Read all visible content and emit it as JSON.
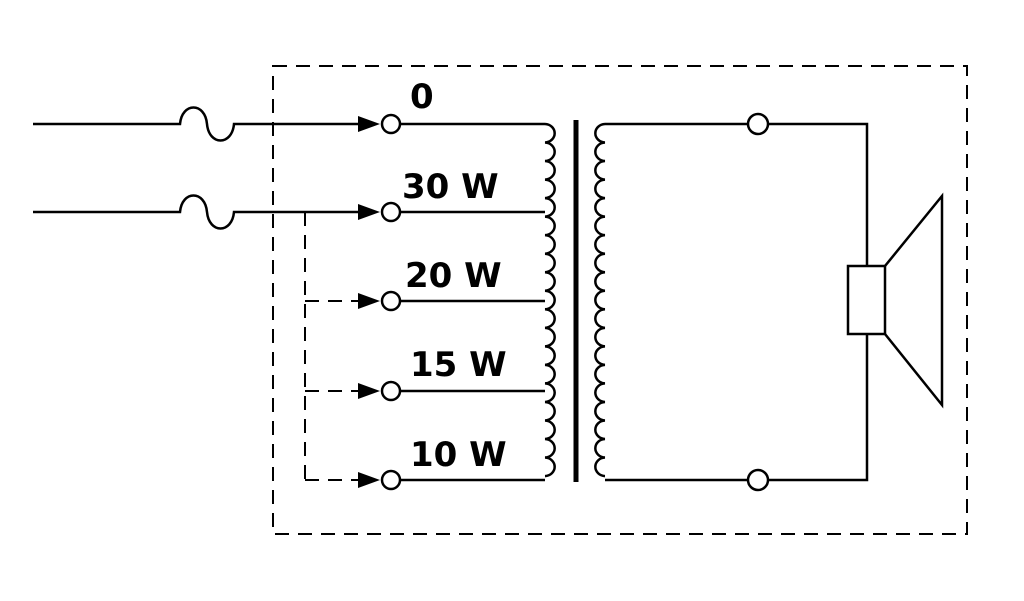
{
  "taps": {
    "zero": "0",
    "w30": "30 W",
    "w20": "20 W",
    "w15": "15 W",
    "w10": "10 W"
  },
  "colors": {
    "line": "#000000",
    "background": "#ffffff"
  }
}
